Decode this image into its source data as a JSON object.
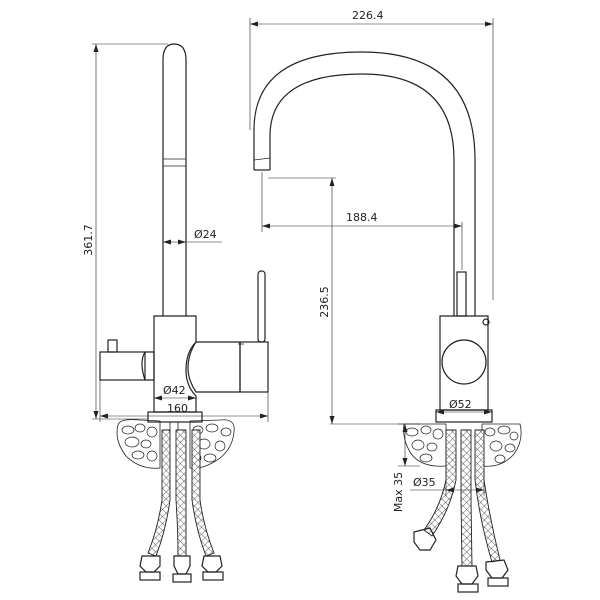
{
  "dimensions": {
    "overall_height": "361.7",
    "spout_diameter": "Ø24",
    "body_diameter_side": "Ø42",
    "base_width": "160",
    "overall_reach": "226.4",
    "spout_reach": "188.4",
    "spout_height": "236.5",
    "base_diameter": "Ø52",
    "max_thickness": "Max 35",
    "hole_diameter": "Ø35"
  }
}
